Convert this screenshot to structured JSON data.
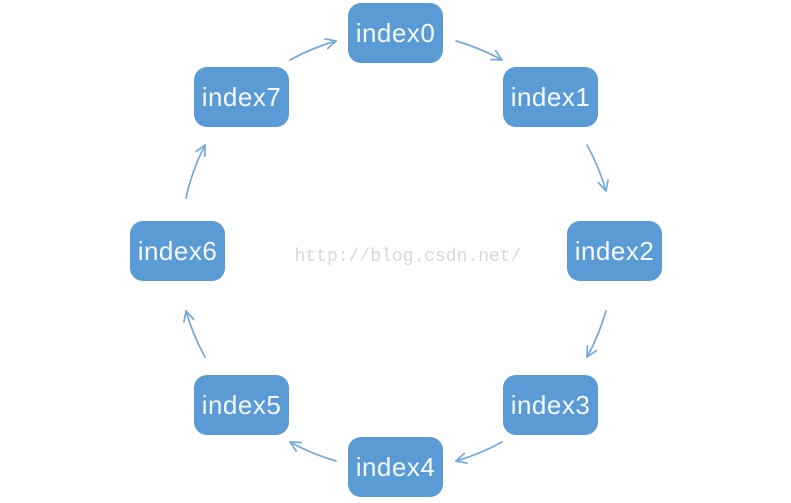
{
  "diagram": {
    "type": "circular-linked-list",
    "direction": "clockwise",
    "nodes": [
      {
        "id": "index0",
        "label": "index0"
      },
      {
        "id": "index1",
        "label": "index1"
      },
      {
        "id": "index2",
        "label": "index2"
      },
      {
        "id": "index3",
        "label": "index3"
      },
      {
        "id": "index4",
        "label": "index4"
      },
      {
        "id": "index5",
        "label": "index5"
      },
      {
        "id": "index6",
        "label": "index6"
      },
      {
        "id": "index7",
        "label": "index7"
      }
    ],
    "edges": [
      {
        "from": "index0",
        "to": "index1"
      },
      {
        "from": "index1",
        "to": "index2"
      },
      {
        "from": "index2",
        "to": "index3"
      },
      {
        "from": "index3",
        "to": "index4"
      },
      {
        "from": "index4",
        "to": "index5"
      },
      {
        "from": "index5",
        "to": "index6"
      },
      {
        "from": "index6",
        "to": "index7"
      },
      {
        "from": "index7",
        "to": "index0"
      }
    ]
  },
  "watermark": {
    "text": "http://blog.csdn.net/"
  },
  "colors": {
    "node_fill": "#5b9bd5",
    "node_text": "#f4f8fc",
    "arrow": "#74a9dc",
    "watermark": "#d9d9d1",
    "background": "#ffffff"
  }
}
